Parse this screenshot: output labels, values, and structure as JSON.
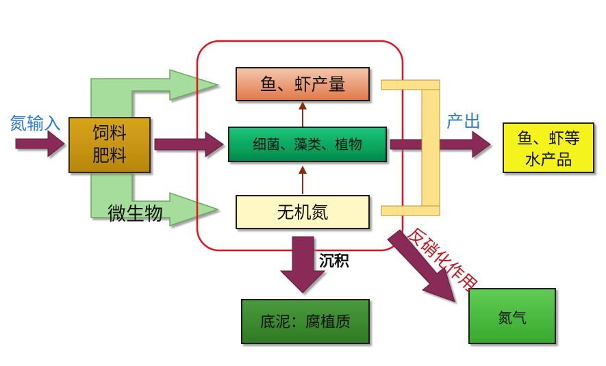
{
  "labels": {
    "nitrogen_input": "氮输入",
    "feed_fertilizer_line1": "饲料",
    "feed_fertilizer_line2": "肥料",
    "microbes": "微生物",
    "fish_shrimp_yield": "鱼、虾产量",
    "bacteria_algae_plants": "细菌、藻类、植物",
    "inorganic_nitrogen": "无机氮",
    "output": "产出",
    "aquatic_products_line1": "鱼、虾等",
    "aquatic_products_line2": "水产品",
    "sedimentation": "沉积",
    "sediment_humus": "底泥：腐植质",
    "denitrification": "反硝化作用",
    "nitrogen_gas": "氮气"
  },
  "colors": {
    "feed_box": "#c8960c",
    "fish_box_top": "#f2b89a",
    "fish_box_bottom": "#e07848",
    "bacteria_box": "#00a05a",
    "inorganic_box": "#fff7c4",
    "aquatic_box": "#f4f41a",
    "sediment_box": "#3b8a2e",
    "nitrogen_gas_box": "#4ec043",
    "maroon_arrow": "#8a2c56",
    "light_green_arrow": "#a6dc9c",
    "bracket_fill": "#fde08a",
    "red_border": "#e8101a",
    "thin_arrow": "#8a2c10",
    "blue_text": "#2a7ad8",
    "red_text": "#c8141e"
  }
}
